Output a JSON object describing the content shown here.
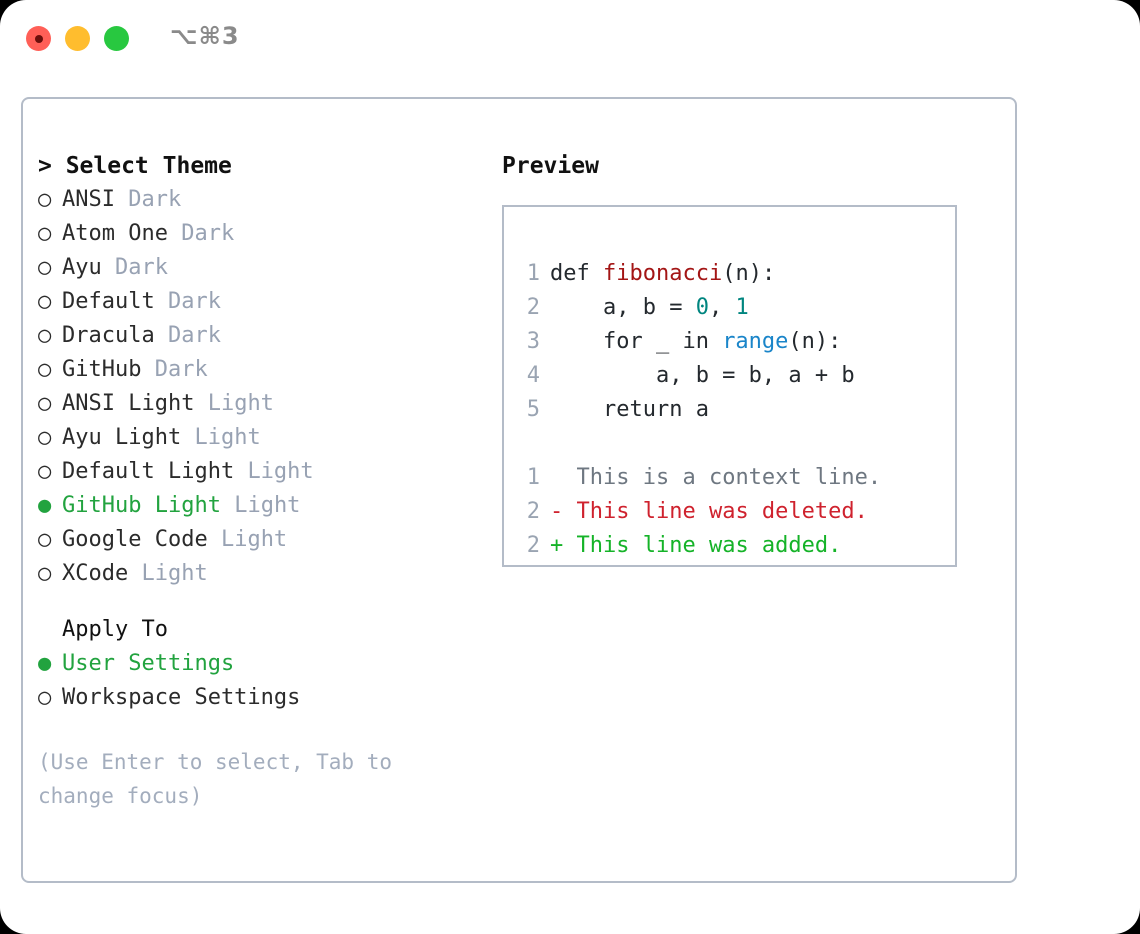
{
  "titlebar": {
    "shortcut": "⌥⌘3",
    "lights": [
      "close-red",
      "minimize-yellow",
      "zoom-green"
    ]
  },
  "left": {
    "header": "> Select Theme",
    "themes": [
      {
        "marker": "○",
        "name": "ANSI",
        "tag": "Dark",
        "selected": false
      },
      {
        "marker": "○",
        "name": "Atom One",
        "tag": "Dark",
        "selected": false
      },
      {
        "marker": "○",
        "name": "Ayu",
        "tag": "Dark",
        "selected": false
      },
      {
        "marker": "○",
        "name": "Default",
        "tag": "Dark",
        "selected": false
      },
      {
        "marker": "○",
        "name": "Dracula",
        "tag": "Dark",
        "selected": false
      },
      {
        "marker": "○",
        "name": "GitHub",
        "tag": "Dark",
        "selected": false
      },
      {
        "marker": "○",
        "name": "ANSI Light",
        "tag": "Light",
        "selected": false
      },
      {
        "marker": "○",
        "name": "Ayu Light",
        "tag": "Light",
        "selected": false
      },
      {
        "marker": "○",
        "name": "Default Light",
        "tag": "Light",
        "selected": false
      },
      {
        "marker": "●",
        "name": "GitHub Light",
        "tag": "Light",
        "selected": true
      },
      {
        "marker": "○",
        "name": "Google Code",
        "tag": "Light",
        "selected": false
      },
      {
        "marker": "○",
        "name": "XCode",
        "tag": "Light",
        "selected": false
      }
    ],
    "apply_to_header": "Apply To",
    "apply_options": [
      {
        "marker": "●",
        "label": "User Settings",
        "selected": true
      },
      {
        "marker": "○",
        "label": "Workspace Settings",
        "selected": false
      }
    ],
    "hint": "(Use Enter to select, Tab to change focus)"
  },
  "right": {
    "header": "Preview",
    "code_lines": [
      {
        "n": "1",
        "segments": [
          {
            "text": "def ",
            "style": "plain"
          },
          {
            "text": "fibonacci",
            "style": "fn"
          },
          {
            "text": "(n):",
            "style": "plain"
          }
        ]
      },
      {
        "n": "2",
        "segments": [
          {
            "text": "    a, b = ",
            "style": "plain"
          },
          {
            "text": "0",
            "style": "num"
          },
          {
            "text": ", ",
            "style": "plain"
          },
          {
            "text": "1",
            "style": "num"
          }
        ]
      },
      {
        "n": "3",
        "segments": [
          {
            "text": "    for _ in ",
            "style": "plain"
          },
          {
            "text": "range",
            "style": "call"
          },
          {
            "text": "(n):",
            "style": "plain"
          }
        ]
      },
      {
        "n": "4",
        "segments": [
          {
            "text": "        a, b = b, a + b",
            "style": "plain"
          }
        ]
      },
      {
        "n": "5",
        "segments": [
          {
            "text": "    return a",
            "style": "plain"
          }
        ]
      }
    ],
    "diff_lines": [
      {
        "n": "1",
        "sign": "  ",
        "text": "This is a context line.",
        "kind": "context"
      },
      {
        "n": "2",
        "sign": "- ",
        "text": "This line was deleted.",
        "kind": "deleted"
      },
      {
        "n": "2",
        "sign": "+ ",
        "text": "This line was added.",
        "kind": "added"
      }
    ]
  },
  "colors": {
    "accent_green": "#22a33f",
    "tag_gray": "#98a2b3",
    "border": "#b4bcc8",
    "diff_added": "#15b328",
    "diff_deleted": "#cf222e",
    "syntax_function": "#a31515",
    "syntax_number": "#00857f",
    "syntax_call": "#1a85c9"
  }
}
